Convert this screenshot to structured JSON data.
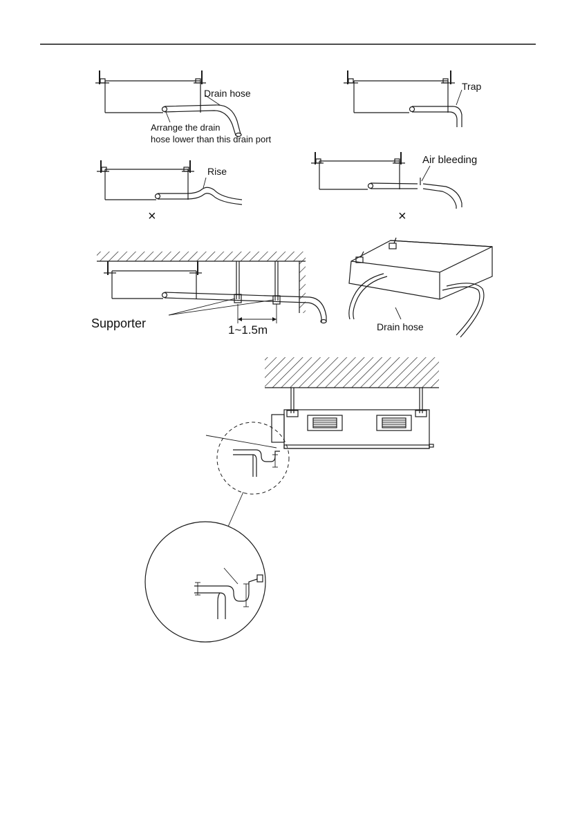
{
  "figures": {
    "fig1": {
      "label_drain_hose": "Drain hose",
      "label_arrange_1": "Arrange the drain",
      "label_arrange_2": " hose lower than this drain port"
    },
    "fig2": {
      "label_trap": "Trap"
    },
    "fig3": {
      "label_rise": "Rise",
      "mark": "×"
    },
    "fig4": {
      "label_air_bleeding": "Air bleeding",
      "mark": "×"
    },
    "fig5": {
      "label_supporter": "Supporter",
      "label_spacing": "1~1.5m"
    },
    "fig6": {
      "label_drain_hose": "Drain hose"
    }
  }
}
